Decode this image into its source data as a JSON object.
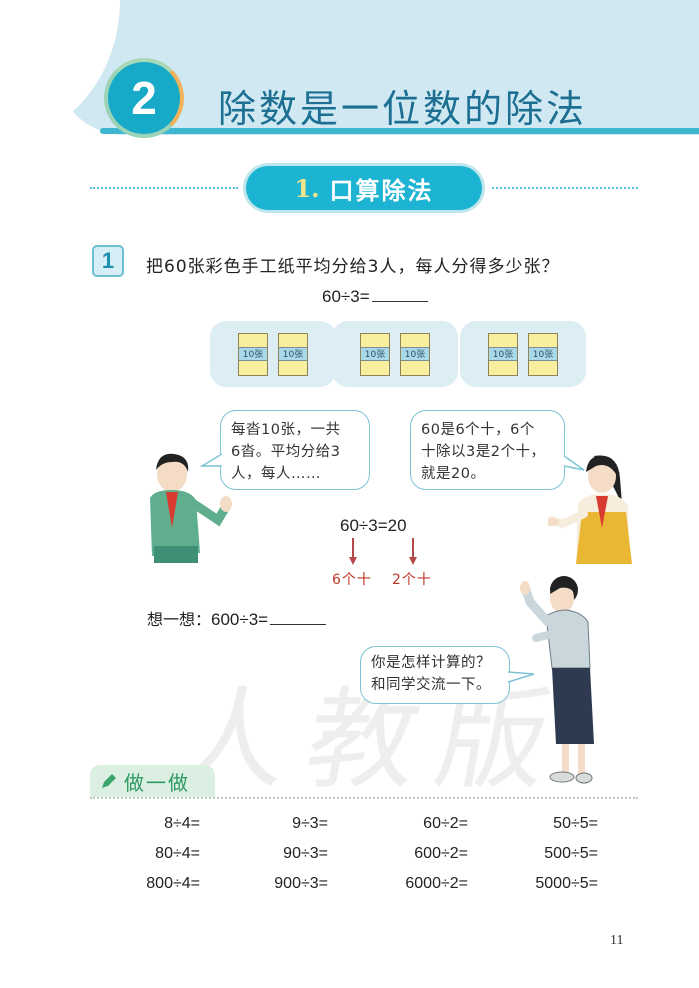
{
  "header": {
    "chapter_number": "2",
    "chapter_title": "除数是一位数的除法",
    "colors": {
      "band": "#cfe8f1",
      "accent": "#17a9c8",
      "title": "#1c6f92"
    }
  },
  "section": {
    "number": "1.",
    "title": "口算除法",
    "color": "#1cb4d2"
  },
  "problem1": {
    "badge": "1",
    "question": "把60张彩色手工纸平均分给3人，每人分得多少张？",
    "equation": "60÷3=",
    "stacks": [
      {
        "labels": [
          "10张",
          "10张"
        ]
      },
      {
        "labels": [
          "10张",
          "10张"
        ]
      },
      {
        "labels": [
          "10张",
          "10张"
        ]
      }
    ],
    "boy_bubble": [
      "每沓10张，一共",
      "6沓。平均分给3",
      "人，每人……"
    ],
    "girl_bubble": [
      "60是6个十，6个",
      "十除以3是2个十，",
      "就是20。"
    ],
    "solution": {
      "equation": "60÷3=20",
      "left_label": "6个十",
      "right_label": "2个十",
      "arrow_color": "#b5484a"
    },
    "think": {
      "label": "想一想：",
      "equation": "600÷3="
    },
    "teacher_bubble": [
      "你是怎样计算的？",
      "和同学交流一下。"
    ]
  },
  "watermark": "人教版",
  "practice": {
    "label": "做一做",
    "icon": "pencil-icon",
    "columns": [
      [
        "8÷4=",
        "80÷4=",
        "800÷4="
      ],
      [
        "9÷3=",
        "90÷3=",
        "900÷3="
      ],
      [
        "60÷2=",
        "600÷2=",
        "6000÷2="
      ],
      [
        "50÷5=",
        "500÷5=",
        "5000÷5="
      ]
    ]
  },
  "page_number": "11"
}
